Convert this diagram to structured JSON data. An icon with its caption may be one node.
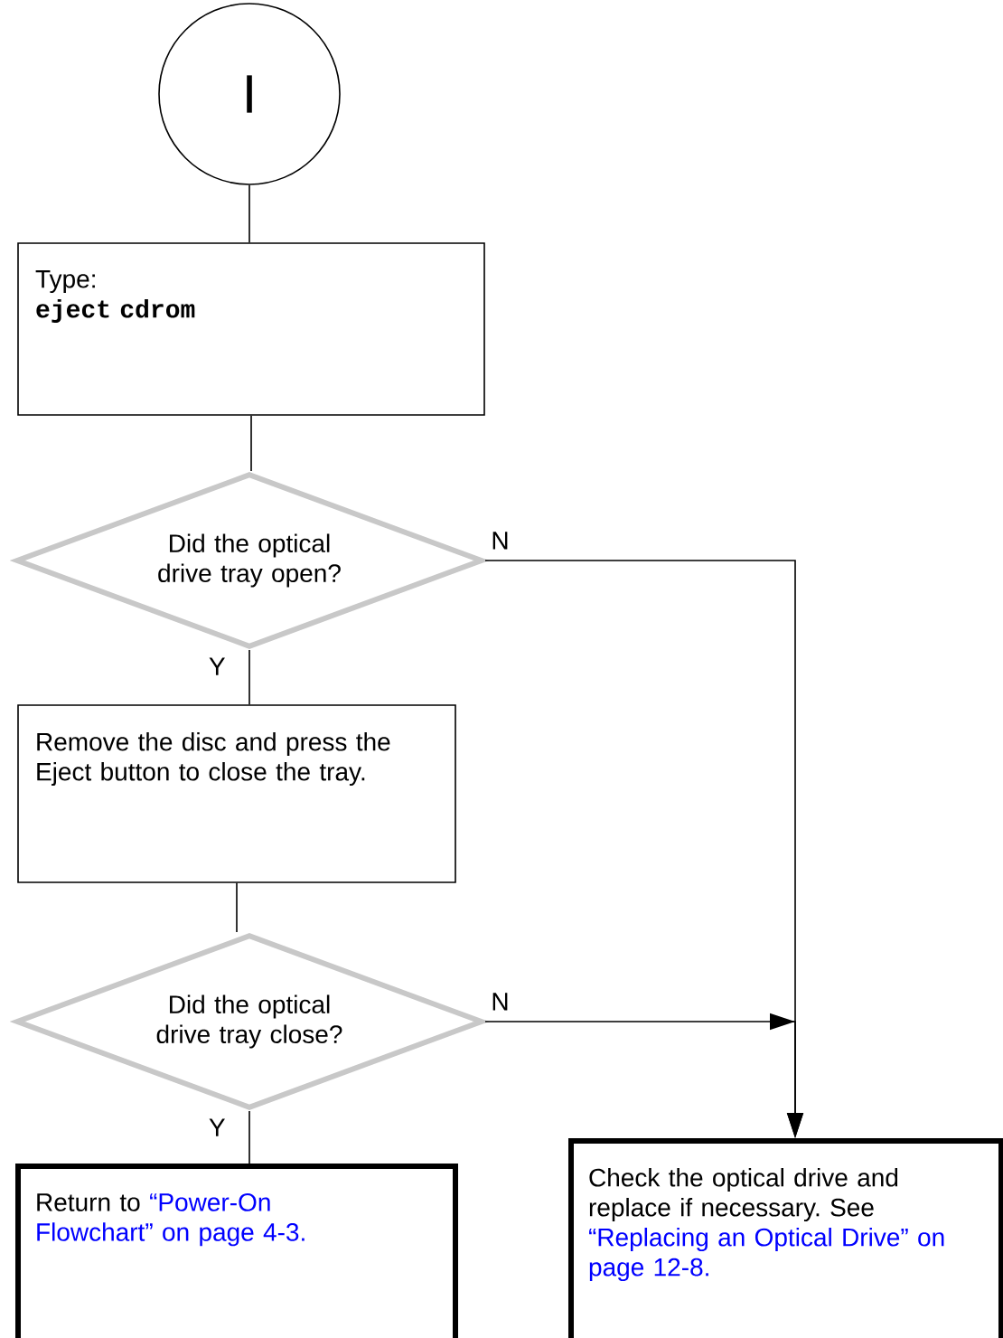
{
  "diagram": {
    "nodes": [
      {
        "text": [
          "I"
        ]
      },
      {
        "text": [
          "Type:",
          "eject cdrom"
        ]
      },
      {
        "text": [
          "Did the optical drive tray open?"
        ]
      },
      {
        "text": [
          "Remove the disc and press the Eject button to close the tray."
        ]
      },
      {
        "text": [
          "Did the optical drive tray close?"
        ]
      },
      {
        "text": [
          "Return to",
          "“Power-On Flowchart” on page 4-3."
        ]
      },
      {
        "text": [
          "Check the optical drive and replace if necessary. See",
          "“Replacing an Optical Drive” on page 12-8."
        ]
      }
    ],
    "edges": [
      {
        "from": 0,
        "to": 1,
        "arrow": "none"
      },
      {
        "from": 1,
        "to": 2,
        "arrow": "none"
      },
      {
        "from": 2,
        "to": 3,
        "arrow": "none",
        "label": "Y"
      },
      {
        "from": 3,
        "to": 4,
        "arrow": "none"
      },
      {
        "from": 4,
        "to": 5,
        "arrow": "none",
        "label": "Y"
      },
      {
        "from": 2,
        "to": 6,
        "arrow": "to",
        "label": "N"
      },
      {
        "from": 4,
        "to": 6,
        "arrow": "to",
        "label": "N"
      }
    ]
  }
}
